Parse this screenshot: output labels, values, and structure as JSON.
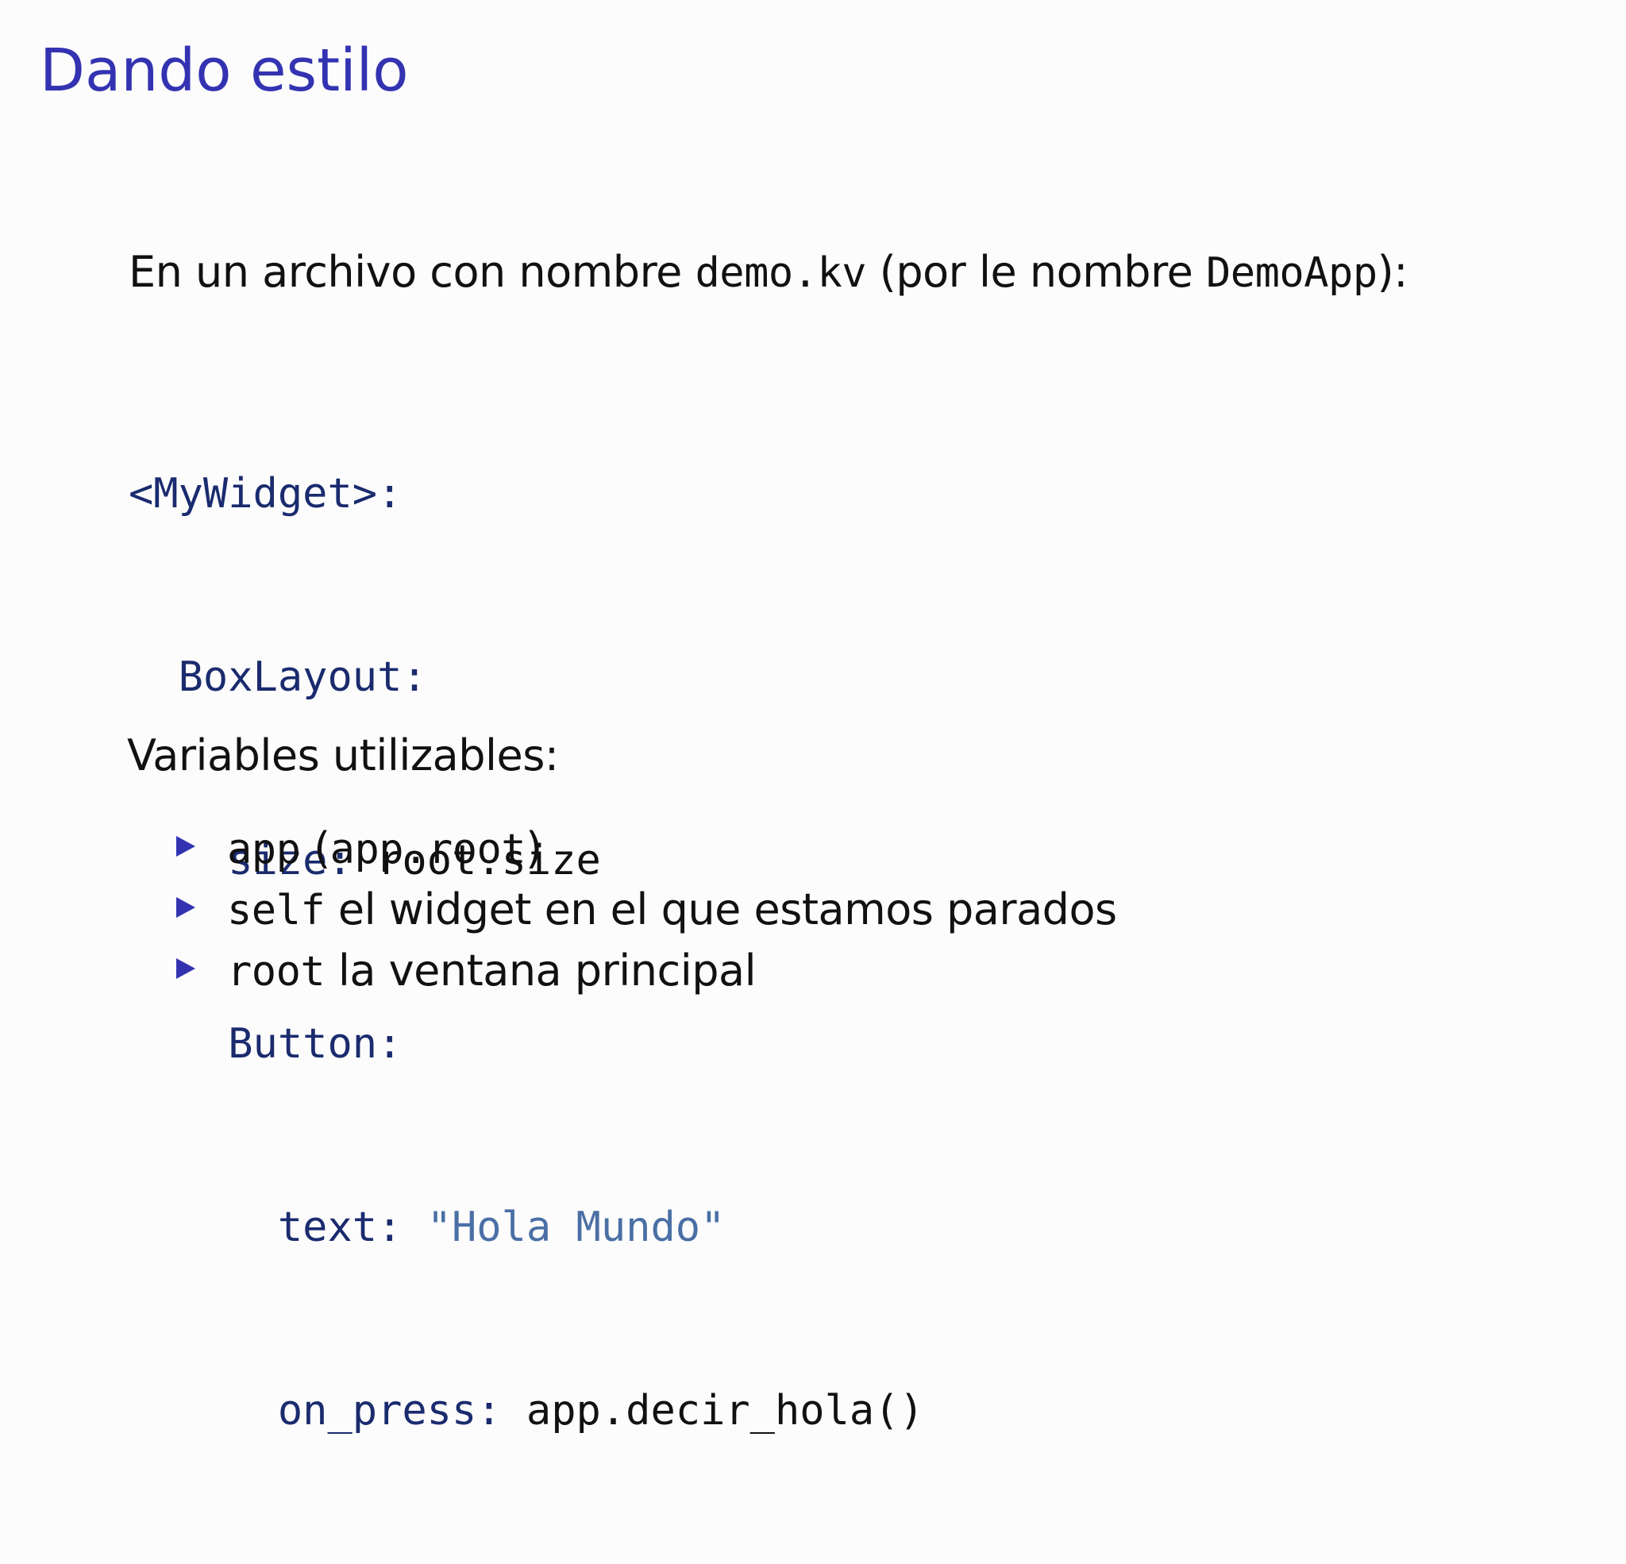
{
  "title": "Dando estilo",
  "intro": {
    "text1": "En un archivo con nombre ",
    "code1": "demo.kv",
    "text2": " (por le nombre ",
    "code2": "DemoApp",
    "text3": "):"
  },
  "code": {
    "line1": "<MyWidget>:",
    "line2": "BoxLayout:",
    "line3_key": "size:",
    "line3_val": " root.size",
    "line4": "Button:",
    "line5_key": "text:",
    "line5_val": " \"Hola Mundo\"",
    "line6_key": "on_press:",
    "line6_val": " app.decir_hola()"
  },
  "subhead": "Variables utilizables:",
  "bullets": [
    {
      "code": "app",
      "text": " (",
      "code2": "app.root",
      "text2": ")"
    },
    {
      "code": "self",
      "text": " el widget en el que estamos parados"
    },
    {
      "code": "root",
      "text": " la ventana principal"
    }
  ],
  "colors": {
    "title": "#3333b2",
    "keyword": "#1a2b6e",
    "string": "#4a6fa5",
    "bullet_marker": "#3333b2"
  }
}
